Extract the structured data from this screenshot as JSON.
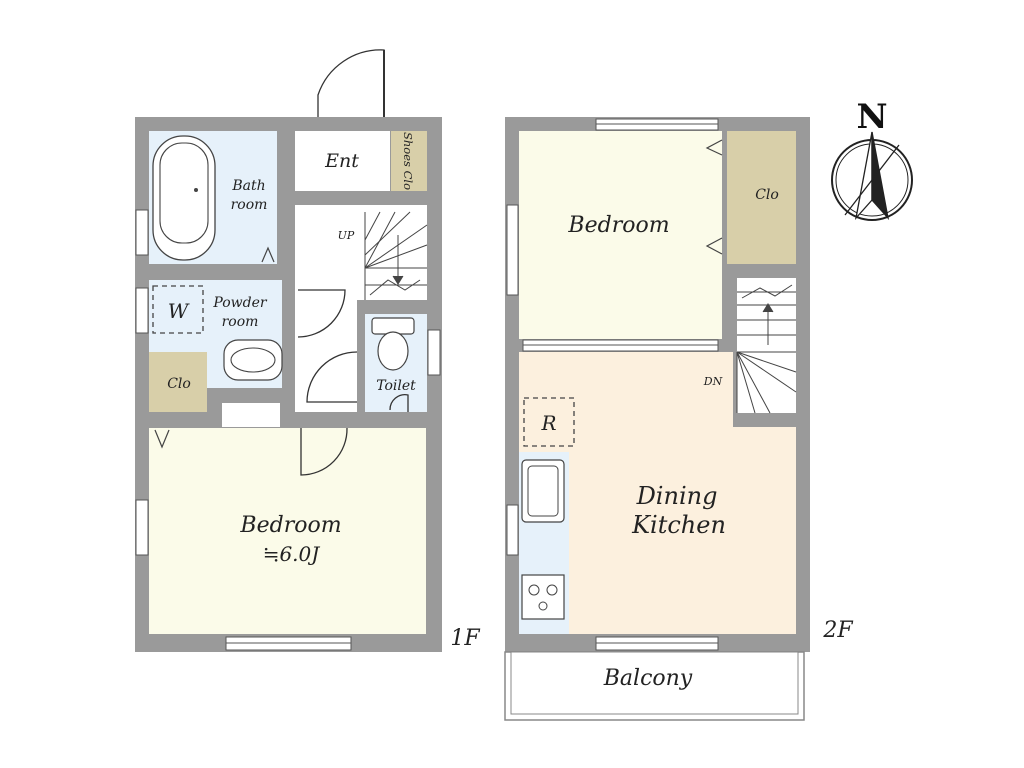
{
  "floor1": {
    "label": "1F",
    "rooms": {
      "entrance": "Ent",
      "shoes_closet": "Shoes Clo",
      "bathroom_line1": "Bath",
      "bathroom_line2": "room",
      "up": "UP",
      "washer": "W",
      "powder_line1": "Powder",
      "powder_line2": "room",
      "toilet": "Toilet",
      "closet": "Clo",
      "bedroom": "Bedroom",
      "bedroom_size": "≒6.0J"
    }
  },
  "floor2": {
    "label": "2F",
    "rooms": {
      "bedroom": "Bedroom",
      "closet": "Clo",
      "down": "DN",
      "refrigerator": "R",
      "dining_line1": "Dining",
      "dining_line2": "Kitchen",
      "balcony": "Balcony"
    }
  },
  "compass": {
    "north": "N"
  },
  "colors": {
    "wall": "#9a9a9a",
    "bedroom_1f": "#fbfbe9",
    "bedroom_2f": "#fbfbe9",
    "wet_area": "#e6f1fa",
    "dining": "#fcf0de",
    "closet": "#d8cfa9",
    "white": "#ffffff"
  }
}
